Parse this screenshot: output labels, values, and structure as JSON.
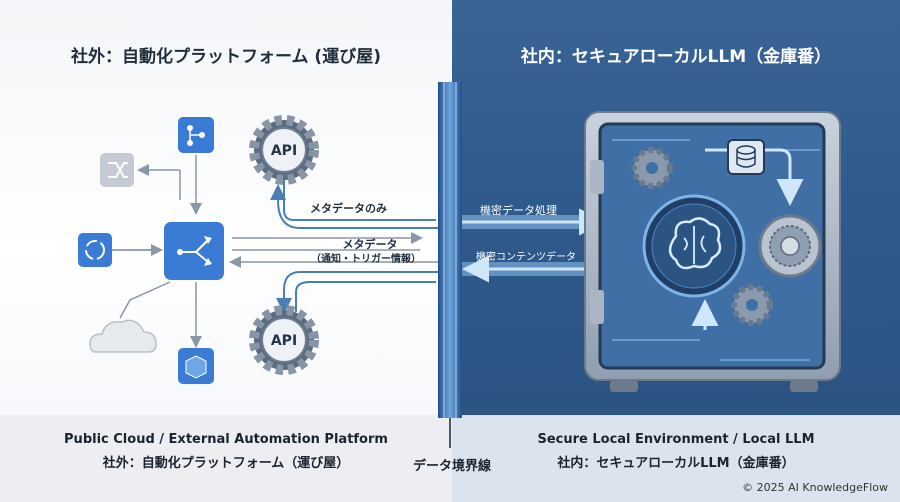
{
  "left_title": "社外：自動化プラットフォーム (運び屋)",
  "right_title": "社内：セキュアローカルLLM（金庫番）",
  "labels": {
    "metadata_only": "メタデータのみ",
    "metadata": "メタデータ",
    "metadata_detail": "（通知・トリガー情報）",
    "confidential_processing": "機密データ処理",
    "confidential_content": "機密コンテンツデータ",
    "api": "API"
  },
  "captions": {
    "left_line1": "Public Cloud / External Automation Platform",
    "left_line2": "社外：自動化プラットフォーム（運び屋）",
    "right_line1": "Secure Local Environment / Local LLM",
    "right_line2": "社内：セキュアローカルLLM（金庫番）",
    "boundary": "データ境界線"
  },
  "copyright": "© 2025 AI KnowledgeFlow",
  "colors": {
    "left_bg": "#f3f5f8",
    "right_bg": "#2f5a8c",
    "node_blue": "#3a7bd5",
    "wall": "#2d5aa0",
    "flow": "#8fc3ee"
  },
  "icons": [
    "flowchart-icon",
    "shuffle-icon",
    "sync-icon",
    "hub-icon",
    "cloud-icon",
    "cube-icon",
    "api-gear-icon",
    "safe-icon",
    "brain-icon",
    "database-icon",
    "gear-icon",
    "dial-icon"
  ]
}
